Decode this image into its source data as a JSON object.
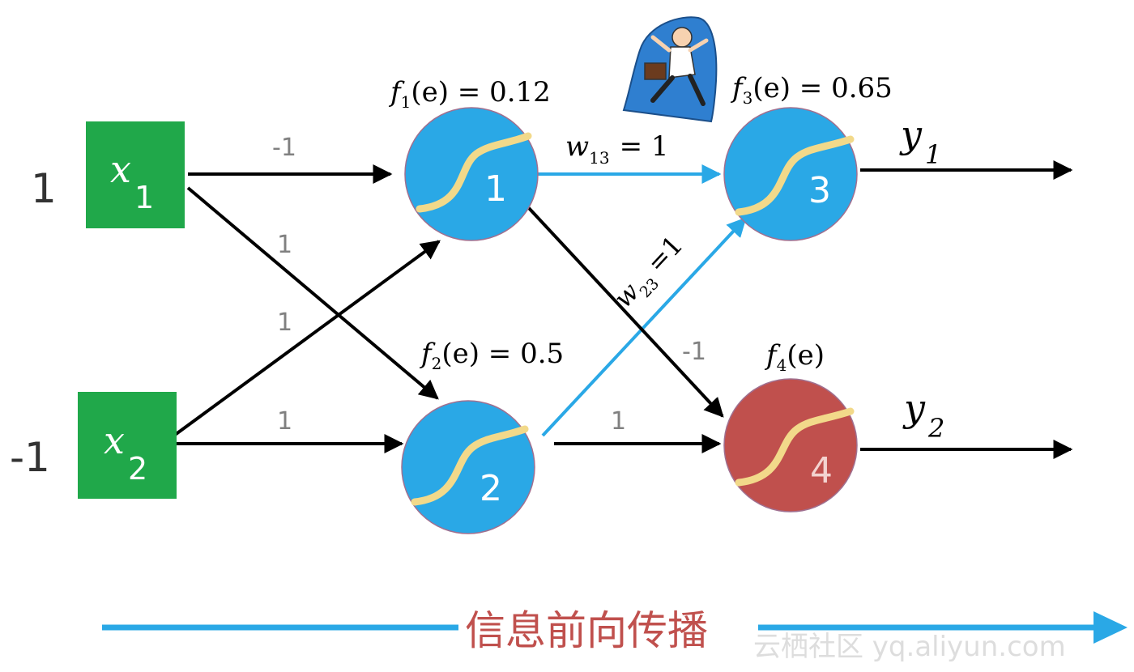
{
  "inputs": [
    {
      "value": "1",
      "var": "x",
      "sub": "1"
    },
    {
      "value": "-1",
      "var": "x",
      "sub": "2"
    }
  ],
  "neurons": [
    {
      "id": "1",
      "f_label": "f",
      "f_sub": "1",
      "f_rest": "(e) = 0.12",
      "color": "#2aa8e6"
    },
    {
      "id": "2",
      "f_label": "f",
      "f_sub": "2",
      "f_rest": "(e) = 0.5",
      "color": "#2aa8e6"
    },
    {
      "id": "3",
      "f_label": "f",
      "f_sub": "3",
      "f_rest": "(e) = 0.65",
      "color": "#2aa8e6"
    },
    {
      "id": "4",
      "f_label": "f",
      "f_sub": "4",
      "f_rest": "(e)",
      "color": "#c0504d"
    }
  ],
  "weights": {
    "x1_n1": "-1",
    "x1_n2": "1",
    "x2_n1": "1",
    "x2_n2": "1",
    "n2_n4": "1",
    "n1_n4": "-1",
    "w13": {
      "w": "w",
      "sub": "13",
      "rest": "= 1"
    },
    "w23": {
      "w": "w",
      "sub": "23",
      "rest": "=1"
    }
  },
  "outputs": [
    {
      "var": "y",
      "sub": "1"
    },
    {
      "var": "y",
      "sub": "2"
    }
  ],
  "caption": "信息前向传播",
  "watermark": "云栖社区 yq.aliyun.com",
  "colors": {
    "input_box": "#20a84a",
    "neuron_blue": "#2aa8e6",
    "neuron_red": "#c0504d",
    "sigmoid": "#f2d98a",
    "highlight_arrow": "#2aa8e6",
    "caption": "#c0504d"
  }
}
